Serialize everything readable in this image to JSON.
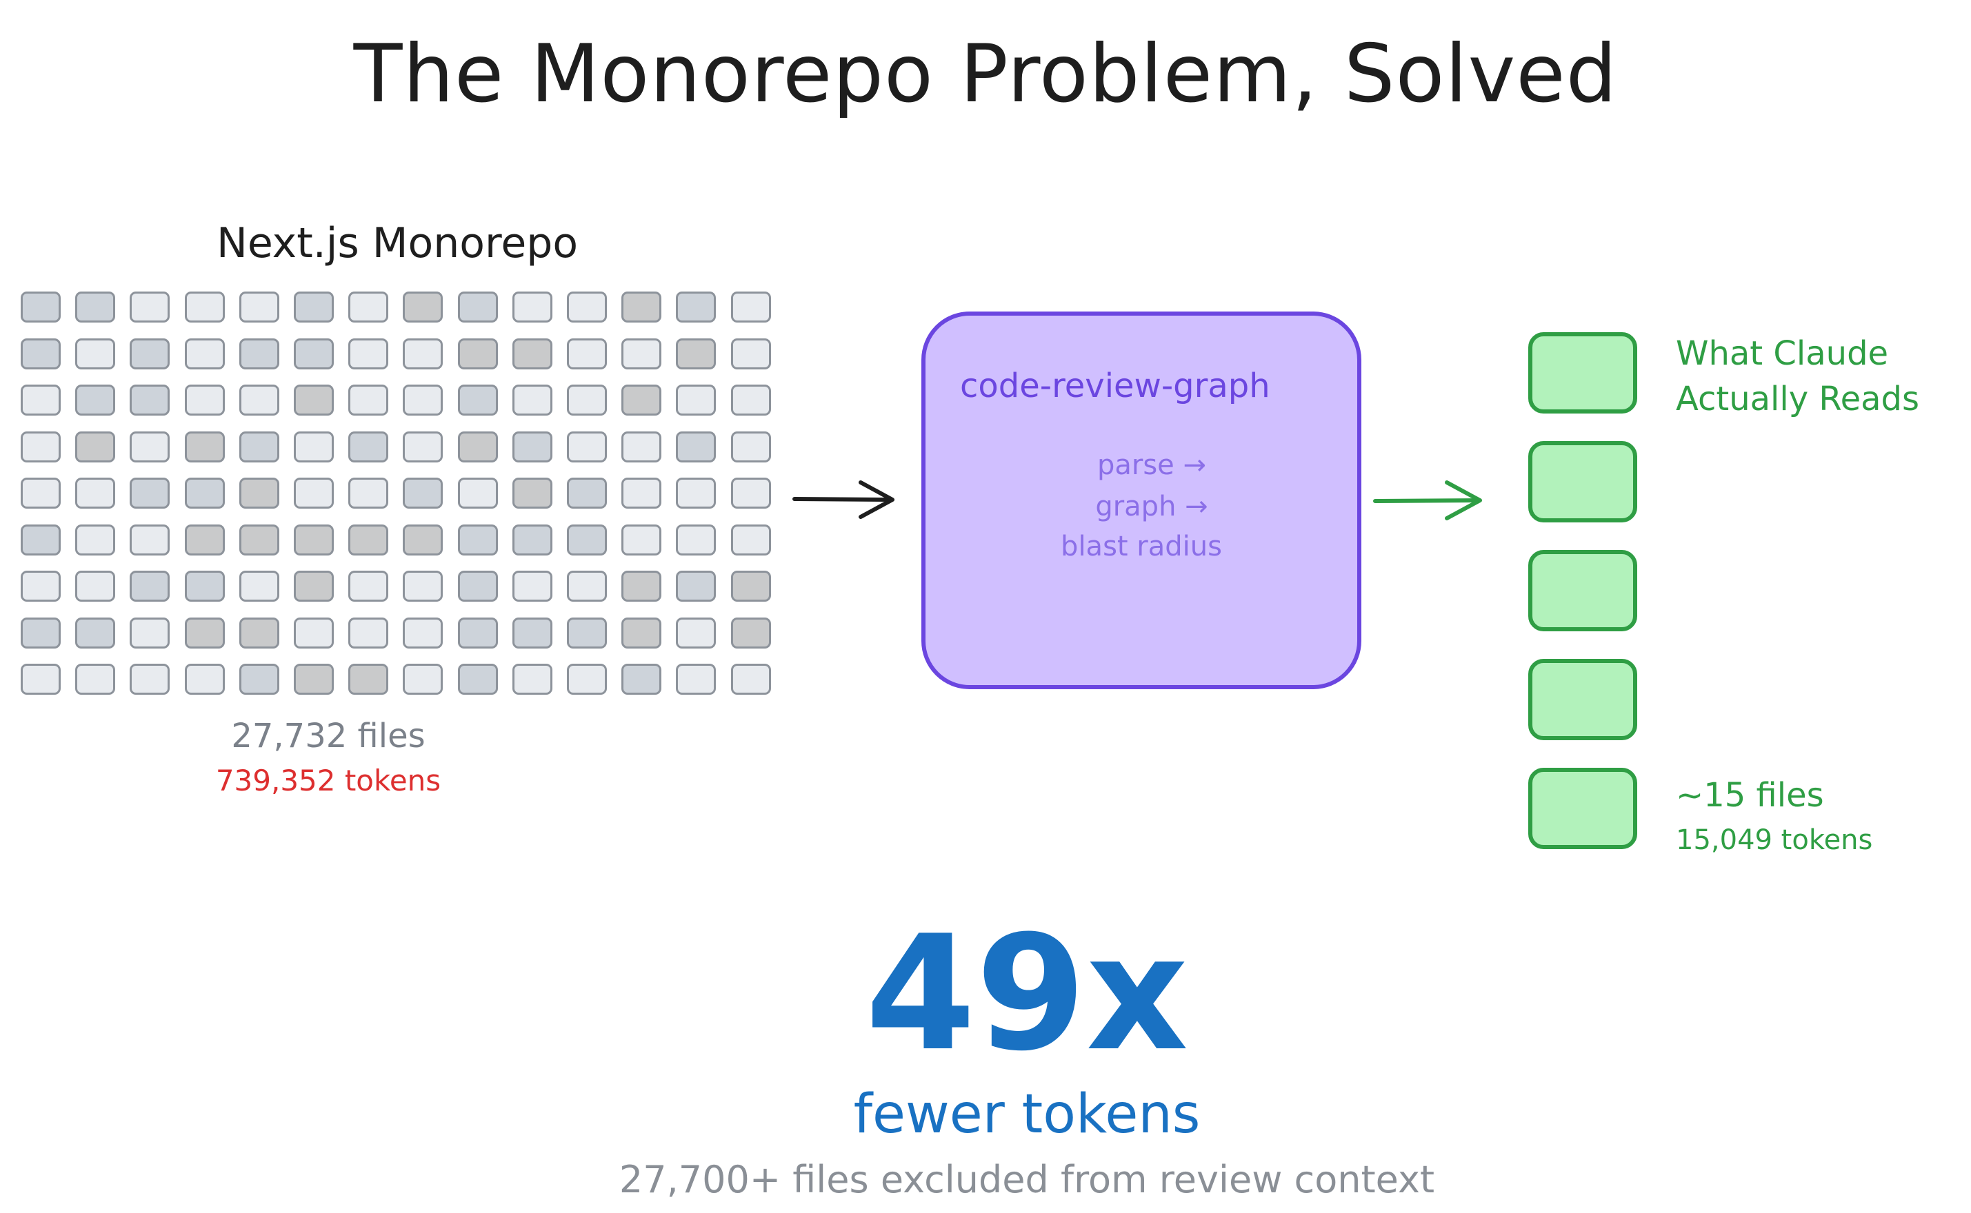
{
  "title": "The Monorepo Problem, Solved",
  "repo": {
    "title": "Next.js Monorepo",
    "file_count": "27,732 files",
    "token_count": "739,352 tokens",
    "grid_rows": 9,
    "grid_cols": 14
  },
  "engine": {
    "name": "code-review-graph",
    "steps": [
      "parse →",
      "graph →",
      "blast radius"
    ]
  },
  "output": {
    "title_line1": "What Claude",
    "title_line2": "Actually Reads",
    "file_count": "~15 files",
    "token_count": "15,049 tokens",
    "file_box_count": 5
  },
  "result": {
    "ratio": "49x",
    "caption": "fewer tokens",
    "footnote": "27,700+ files excluded from review context"
  },
  "colors": {
    "ink": "#1e1e1e",
    "engine_fill": "#d0bfff",
    "engine_stroke": "#6b46e0",
    "output_fill": "#b2f2bb",
    "output_stroke": "#2f9e44",
    "token_red": "#dd2f2f",
    "ratio_blue": "#1971c2",
    "muted_gray": "#7b818a"
  }
}
